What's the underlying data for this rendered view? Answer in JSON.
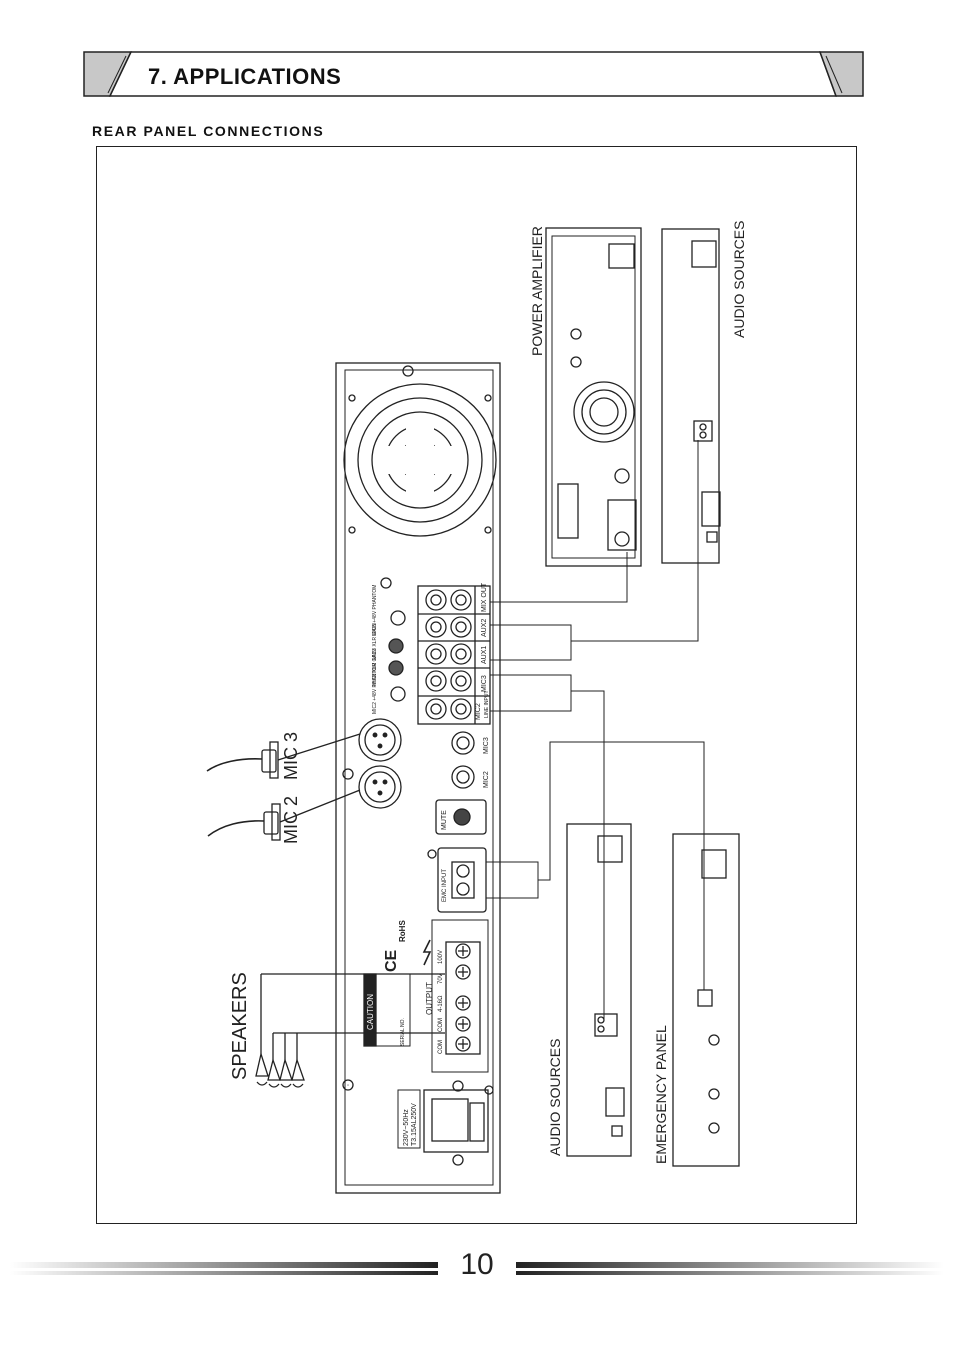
{
  "section": {
    "title": "7. APPLICATIONS"
  },
  "subsection": {
    "title": "REAR PANEL CONNECTIONS"
  },
  "diagram": {
    "labels": {
      "power_amplifier": "POWER AMPLIFIER",
      "audio_sources_top": "AUDIO SOURCES",
      "audio_sources_bottom": "AUDIO SOURCES",
      "emergency_panel": "EMERGENCY PANEL",
      "speakers": "SPEAKERS",
      "mic3": "MIC 3",
      "mic2": "MIC 2"
    },
    "panel_text": {
      "mix_out": "MIX OUT",
      "aux2": "AUX2",
      "aux1": "AUX1",
      "mic3_in": "MIC3",
      "mic2_in": "MIC2",
      "line_input": "LINE INPUT",
      "mic3_jack": "MIC3",
      "mic2_jack": "MIC2",
      "mute": "MUTE",
      "emc_input": "EMC INPUT",
      "output": "OUTPUT",
      "com1": "COM",
      "com2": "COM",
      "ohm": "4-16Ω",
      "v70": "70V",
      "v100": "100V",
      "caution": "CAUTION",
      "serial": "SERIAL NO.",
      "mains": "230V~50Hz",
      "fuse": "T3.15AL250V",
      "mic3_opts": "MIC3 +48V PHANTOM",
      "mic3_xlr": "MIC3 XLR GAIN",
      "mic2_xlr": "MIC2 XLR GAIN",
      "mic2_opts": "MIC2 +48V PHANTOM"
    }
  },
  "footer": {
    "page_number": "10"
  }
}
